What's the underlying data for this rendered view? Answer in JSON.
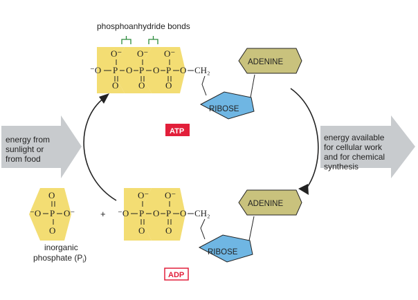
{
  "header": {
    "bonds_label": "phosphoanhydride bonds"
  },
  "atp": {
    "groups": [
      "⁻O–P–O–P–O–P–O–CH₂"
    ],
    "oxy_top": [
      "O⁻",
      "O⁻",
      "O⁻"
    ],
    "oxy_bottom": [
      "O",
      "O",
      "O"
    ],
    "chain": [
      "⁻O",
      "P",
      "O",
      "P",
      "O",
      "P",
      "O",
      "CH₂"
    ],
    "adenine": "ADENINE",
    "ribose": "RIBOSE",
    "badge": "ATP"
  },
  "adp": {
    "oxy_top": [
      "O⁻",
      "O⁻"
    ],
    "oxy_bottom": [
      "O",
      "O"
    ],
    "chain": [
      "⁻O",
      "P",
      "O",
      "P",
      "O",
      "CH₂"
    ],
    "adenine": "ADENINE",
    "ribose": "RIBOSE",
    "badge": "ADP"
  },
  "phosphate": {
    "top": "O",
    "bottom": "O",
    "chain": [
      "⁻O",
      "P",
      "O⁻"
    ],
    "label_line1": "inorganic",
    "label_line2": "phosphate (P",
    "label_sub": "i",
    "label_end": ")",
    "plus": "+"
  },
  "left_arrow": {
    "lines": [
      "energy from",
      "sunlight or",
      "from food"
    ]
  },
  "right_arrow": {
    "lines": [
      "energy available",
      "for cellular work",
      "and for chemical",
      "synthesis"
    ]
  },
  "colors": {
    "phosphate_yellow": "#f3dd73",
    "adenine_olive": "#c9c27d",
    "ribose_blue": "#6fb6e3",
    "badge_red": "#e21f3a",
    "arrow_grey": "#c8cbce"
  }
}
